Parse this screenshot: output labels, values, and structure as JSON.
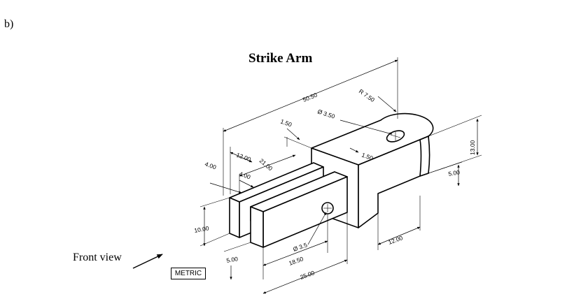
{
  "part_label": "b)",
  "title": "Strike Arm",
  "front_view_label": "Front view",
  "units_badge": "METRIC",
  "dimensions": {
    "overall_length": "50.50",
    "radius": "R 7.50",
    "hole_dia_top": "Ø 3.50",
    "offset_a": "1.50",
    "offset_b": "1.50",
    "slot_depth": "21.00",
    "slot_width": "12.00",
    "tine_width_a": "4.00",
    "tine_width_b": "4.00",
    "total_height": "13.00",
    "step_height": "5.00",
    "block_height": "10.00",
    "tine_height": "5.00",
    "hole_dia_side": "Ø 3.5",
    "hole_position": "18.50",
    "slot_length": "25.00",
    "step_length": "12.00"
  }
}
